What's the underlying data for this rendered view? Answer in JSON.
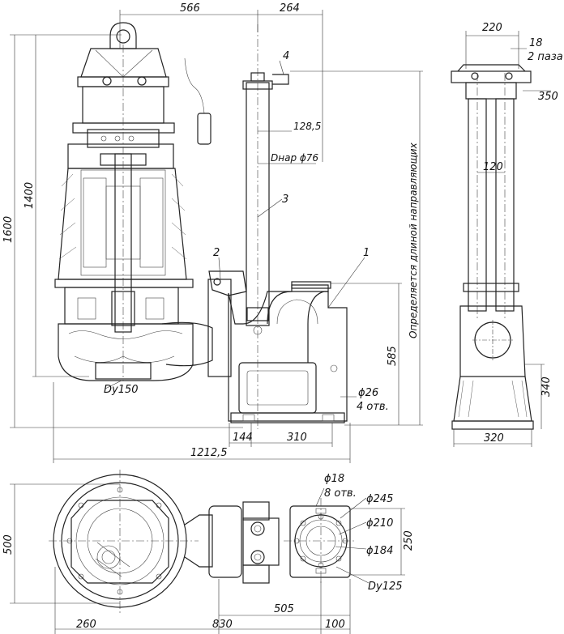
{
  "dimensions": {
    "d566": "566",
    "d264": "264",
    "d1600": "1600",
    "d1400": "1400",
    "d220": "220",
    "d18": "18",
    "d2paza": "2 паза",
    "d350": "350",
    "d128_5": "128,5",
    "dnar76": "Dнар ϕ76",
    "d120": "120",
    "d585": "585",
    "d340": "340",
    "d26": "ϕ26",
    "d4otv": "4 отв.",
    "d144": "144",
    "d310": "310",
    "d320": "320",
    "d1212_5": "1212,5",
    "dy150": "Dy150",
    "guide_note": "Определяется длиной направляющих",
    "d18b": "ϕ18",
    "d8otv": "8 отв.",
    "d245": "ϕ245",
    "d210": "ϕ210",
    "d184": "ϕ184",
    "d250": "250",
    "dy125": "Dy125",
    "d500": "500",
    "d505": "505",
    "d260": "260",
    "d830": "830",
    "d100": "100"
  },
  "callouts": {
    "c1": "1",
    "c2": "2",
    "c3": "3",
    "c4": "4"
  }
}
